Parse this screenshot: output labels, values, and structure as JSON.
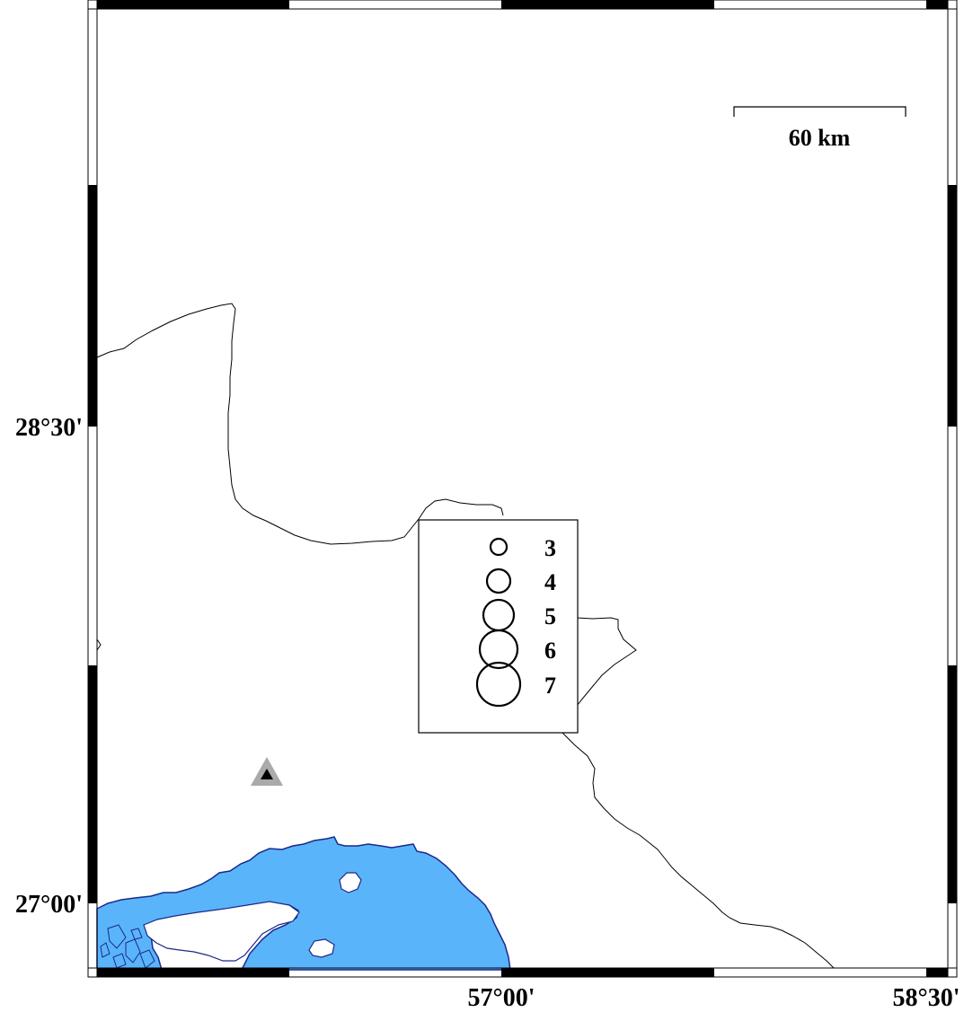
{
  "map": {
    "axes": {
      "x_ticks": [
        {
          "label": "57°00'",
          "value": 57.0
        },
        {
          "label": "58°30'",
          "value": 58.5
        }
      ],
      "y_ticks": [
        {
          "label": "28°30'",
          "value": 28.5
        },
        {
          "label": "27°00'",
          "value": 27.0
        }
      ]
    },
    "scale_bar": {
      "label": "60 km"
    },
    "legend": {
      "title": "",
      "items": [
        {
          "label": "3"
        },
        {
          "label": "4"
        },
        {
          "label": "5"
        },
        {
          "label": "6"
        },
        {
          "label": "7"
        }
      ]
    },
    "station_marker": {
      "icon": "triangle-station-icon"
    },
    "colors": {
      "sea": "#5ab4fa",
      "coastline": "#1a2a8a",
      "border": "#000000",
      "marker_outer": "#aaaaaa",
      "marker_inner": "#000000",
      "frame_dark": "#000000",
      "frame_light": "#ffffff"
    }
  }
}
